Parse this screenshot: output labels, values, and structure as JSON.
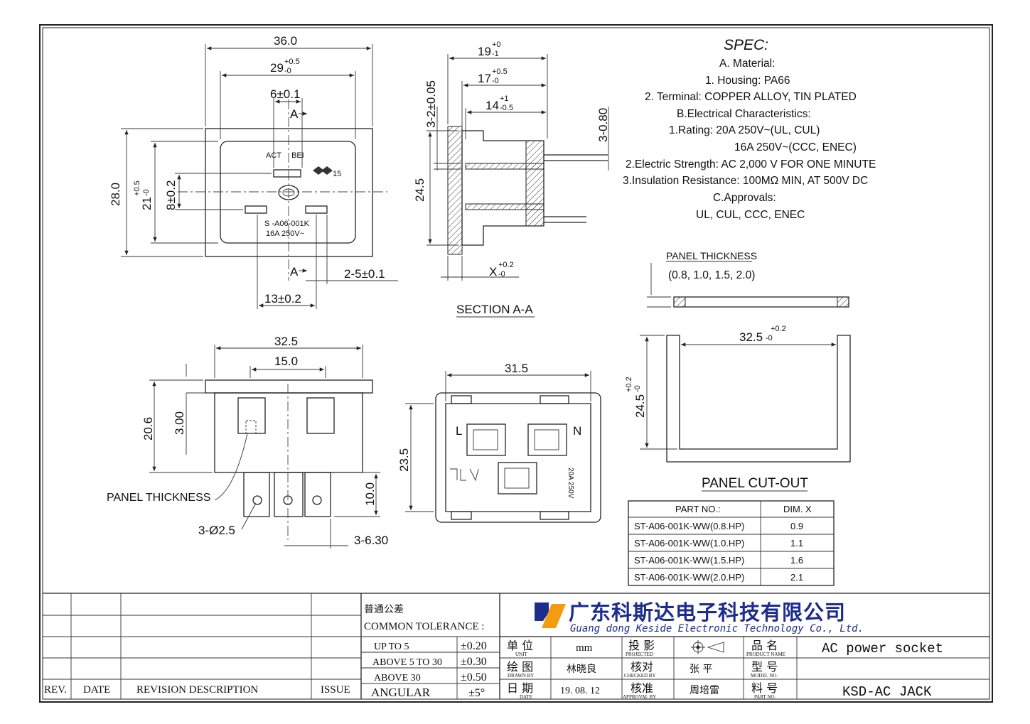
{
  "front_view": {
    "dims": [
      "36.0",
      "29",
      "+0.5",
      "-0",
      "6±0.1",
      "A",
      "28.0",
      "21",
      "+0.5",
      "-0",
      "8±0.2",
      "13±0.2",
      "2-5±0.1",
      "A"
    ],
    "marking": [
      "S -A06-001K",
      "16A 250V~"
    ],
    "terminal_labels": [
      "ACT",
      "BEI"
    ],
    "cert_mark": "15"
  },
  "section_view": {
    "dims": [
      "19",
      "+0",
      "-1",
      "17",
      "+0.5",
      "-0",
      "14",
      "+1",
      "-0.5",
      "3-2±0.05",
      "3-0.80",
      "24.5",
      "X",
      "+0.2",
      "-0"
    ],
    "caption": "SECTION A-A"
  },
  "spec": {
    "title": "SPEC:",
    "lines": [
      "A. Material:",
      "1.  Housing:  PA66",
      "2.  Terminal: COPPER ALLOY, TIN PLATED",
      "B.Electrical Characteristics:",
      "1.Rating:  20A 250V~(UL, CUL)",
      "16A 250V~(CCC, ENEC)",
      "2.Electric Strength: AC 2,000 V FOR ONE MINUTE",
      "3.Insulation Resistance: 100MΩ MIN, AT 500V DC",
      "C.Approvals:",
      "UL, CUL, CCC, ENEC"
    ]
  },
  "side_view": {
    "dims": [
      "32.5",
      "15.0",
      "20.6",
      "3.00",
      "10.0",
      "3-6.30",
      "3-Ø2.5"
    ],
    "panel_thickness_label": "PANEL THICKNESS"
  },
  "bottom_view": {
    "dims": [
      "31.5",
      "23.5"
    ],
    "labels": [
      "L",
      "N",
      "20A 250V"
    ]
  },
  "panel": {
    "thickness_label": "PANEL THICKNESS",
    "thickness_values": "(0.8, 1.0, 1.5, 2.0)",
    "cutout_dims": [
      "32.5",
      "+0.2",
      "-0",
      "24.5",
      "+0.2",
      "-0"
    ],
    "cutout_label": "PANEL CUT-OUT"
  },
  "part_table": {
    "headers": [
      "PART NO.:",
      "DIM. X"
    ],
    "rows": [
      [
        "ST-A06-001K-WW(0.8.HP)",
        "0.9"
      ],
      [
        "ST-A06-001K-WW(1.0.HP)",
        "1.1"
      ],
      [
        "ST-A06-001K-WW(1.5.HP)",
        "1.6"
      ],
      [
        "ST-A06-001K-WW(2.0.HP)",
        "2.1"
      ]
    ]
  },
  "title_block": {
    "revision_headers": [
      "REV.",
      "DATE",
      "REVISION  DESCRIPTION",
      "ISSUE"
    ],
    "tolerance_cn": "普通公差",
    "tolerance_en": "COMMON TOLERANCE :",
    "tolerances": [
      [
        "UP TO 5",
        "±0.20"
      ],
      [
        "ABOVE 5 TO 30",
        "±0.30"
      ],
      [
        "ABOVE 30",
        "±0.50"
      ],
      [
        "ANGULAR",
        "±5°"
      ]
    ],
    "company_cn": "广东科斯达电子科技有限公司",
    "company_en": "Guang dong Keside  Electronic Technology Co., Ltd.",
    "unit_cn": "单 位",
    "unit_en": "UNIT",
    "unit_value": "mm",
    "projected_cn": "投 影",
    "projected_en": "PROJECTED",
    "product_name_cn": "品 名",
    "product_name_en": "PRODUCT NAME",
    "product_name": "AC power socket",
    "drawn_cn": "绘 图",
    "drawn_en": "DRAWN BY",
    "drawn_by": "林晓良",
    "checked_cn": "核对",
    "checked_en": "CHECKED BY",
    "checked_by": "张 平",
    "model_cn": "型 号",
    "model_en": "MODEL NO.",
    "date_cn": "日 期",
    "date_en": "DATE",
    "date": "19. 08. 12",
    "approval_cn": "核准",
    "approval_en": "APPROVAL BY",
    "approval_by": "周培雷",
    "part_cn": "料 号",
    "part_en": "PART NO.",
    "part_no": "KSD-AC JACK"
  }
}
